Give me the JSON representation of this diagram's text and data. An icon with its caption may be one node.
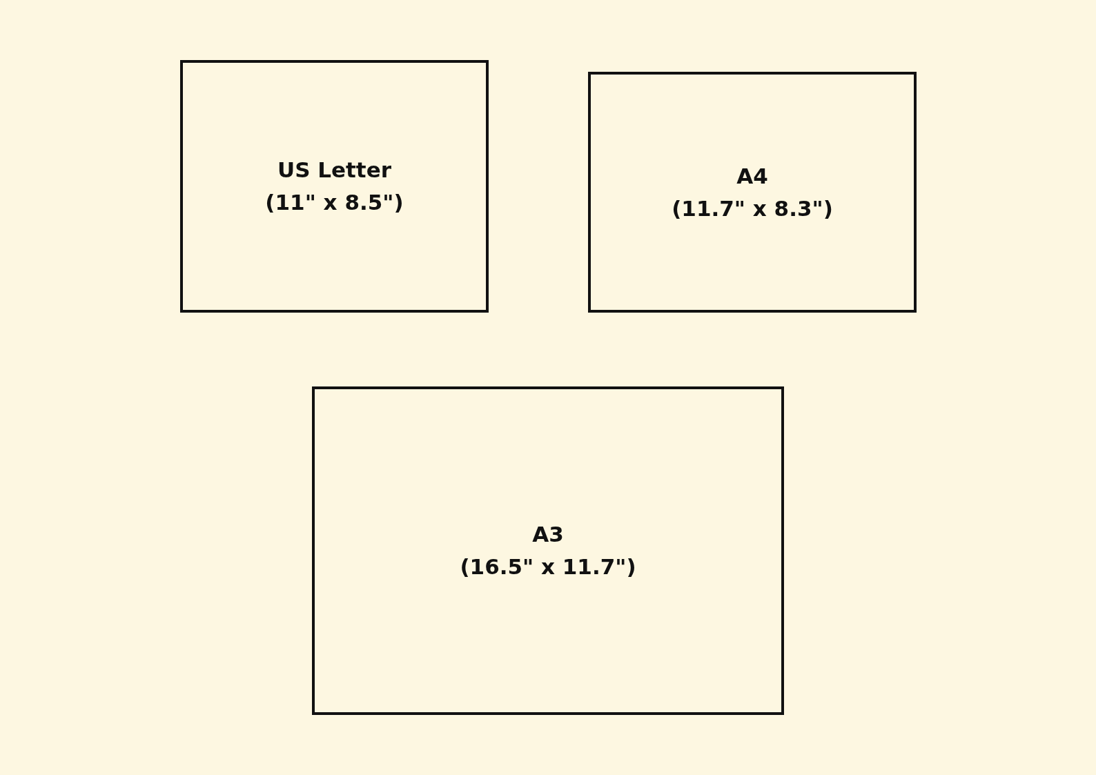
{
  "diagram": {
    "nodes": [
      {
        "text": [
          "US Letter",
          "(11\" x 8.5\")"
        ]
      },
      {
        "text": [
          "A4",
          "(11.7\" x 8.3\")"
        ]
      },
      {
        "text": [
          "A3",
          "(16.5\" x 11.7\")"
        ]
      }
    ],
    "edges": []
  }
}
